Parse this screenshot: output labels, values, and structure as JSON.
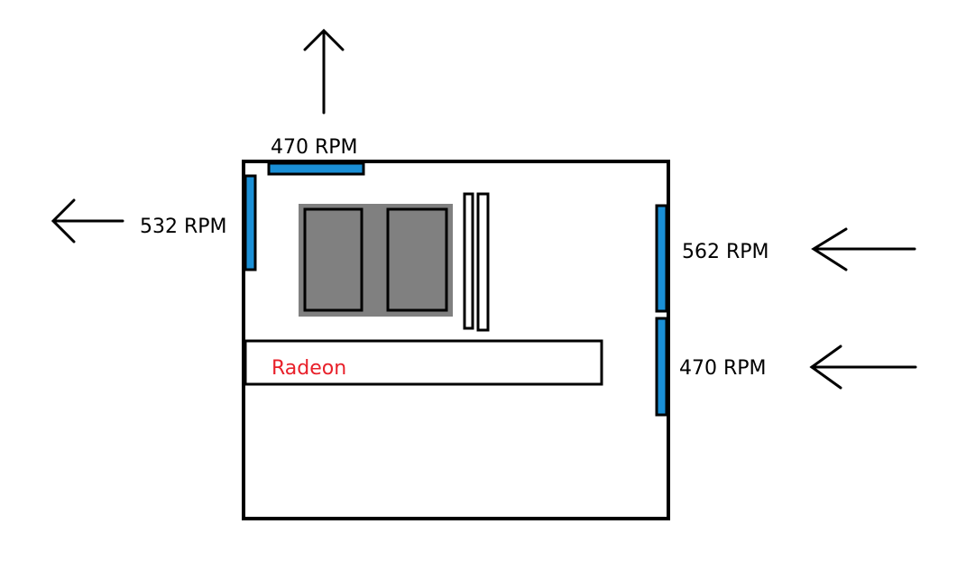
{
  "fans": {
    "top_exhaust": {
      "label": "470 RPM",
      "direction": "out"
    },
    "rear_exhaust": {
      "label": "532 RPM",
      "direction": "out"
    },
    "front_upper_intake": {
      "label": "562 RPM",
      "direction": "in"
    },
    "front_lower_intake": {
      "label": "470 RPM",
      "direction": "in"
    }
  },
  "gpu": {
    "label": "Radeon"
  },
  "colors": {
    "fan": "#1a8fd6",
    "outline": "#000000",
    "cpu_bracket": "#808080",
    "gpu_label": "#e8202a",
    "text": "#000000",
    "background": "#ffffff"
  }
}
